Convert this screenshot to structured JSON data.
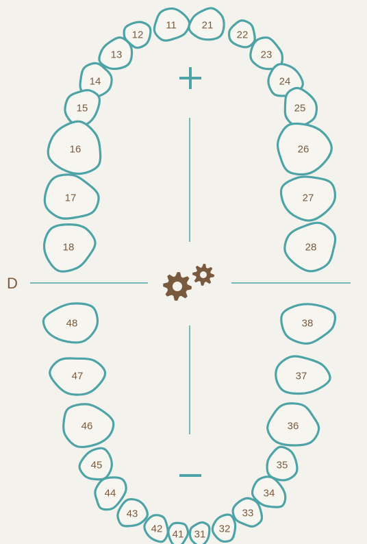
{
  "colors": {
    "outline": "#4ea3a6",
    "label": "#7a5a3e",
    "background": "#f4f2ec",
    "tooth_fill": "#f7f5ef"
  },
  "side_label": "D",
  "upper_sign": "+",
  "lower_sign": "−",
  "settings_icon": "gears-icon",
  "upper_teeth": [
    "11",
    "12",
    "13",
    "14",
    "15",
    "16",
    "17",
    "18",
    "21",
    "22",
    "23",
    "24",
    "25",
    "26",
    "27",
    "28"
  ],
  "lower_teeth": [
    "31",
    "32",
    "33",
    "34",
    "35",
    "36",
    "37",
    "38",
    "41",
    "42",
    "43",
    "44",
    "45",
    "46",
    "47",
    "48"
  ]
}
